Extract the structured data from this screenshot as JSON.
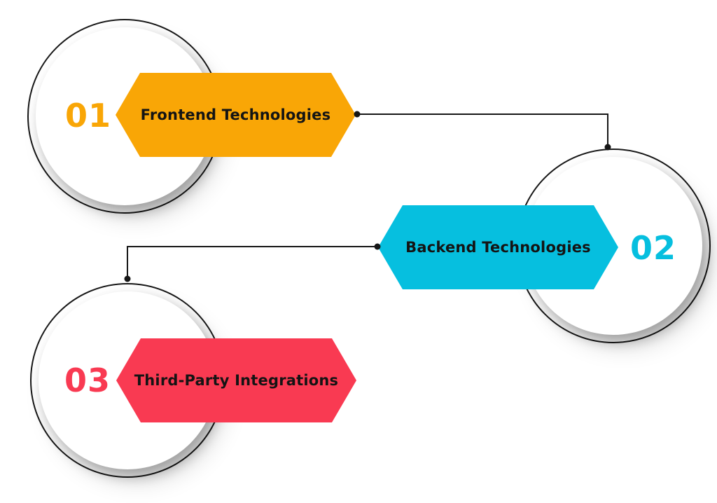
{
  "diagram": {
    "type": "process-infographic",
    "steps": [
      {
        "number": "01",
        "label": "Frontend Technologies",
        "accent_color": "#F9A606"
      },
      {
        "number": "02",
        "label": "Backend Technologies",
        "accent_color": "#06BFDF"
      },
      {
        "number": "03",
        "label": "Third-Party Integrations",
        "accent_color": "#F93A52"
      }
    ],
    "connector_color": "#161616",
    "background_color": "#FFFFFF",
    "banner_text_color": "#141414"
  }
}
